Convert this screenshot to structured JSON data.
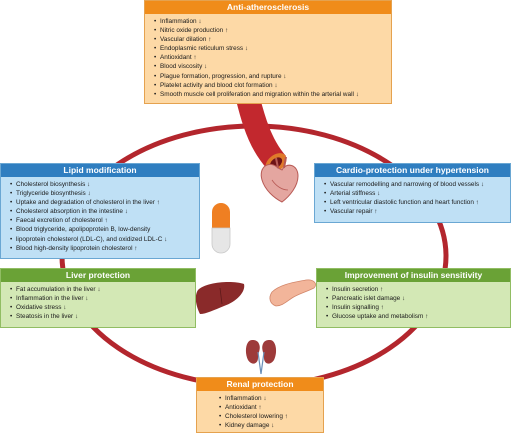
{
  "anti_atherosclerosis": {
    "title": "Anti-atherosclerosis",
    "items": [
      "Inflammation ↓",
      "Nitric oxide production ↑",
      "Vascular dilation ↑",
      "Endoplasmic reticulum stress ↓",
      "Antioxidant ↑",
      "Blood viscosity ↓",
      "Plague formation, progression, and rupture ↓",
      "Platelet activity and blood clot formation ↓",
      "Smooth muscle cell proliferation and migration within the arterial wall ↓"
    ]
  },
  "lipid_modification": {
    "title": "Lipid modification",
    "items": [
      "Cholesterol biosynthesis ↓",
      "Triglyceride biosynthesis ↓",
      "Uptake and degradation of cholesterol in the liver ↑",
      "Cholesterol absorption in the intestine ↓",
      "Faecal excretion of cholesterol ↑",
      "Blood triglyceride, apolipoprotein B, low-density",
      "lipoprotein cholesterol (LDL-C), and oxidized LDL-C ↓",
      "Blood high-density lipoprotein cholesterol ↑"
    ]
  },
  "cardio_protection": {
    "title": "Cardio-protection under hypertension",
    "items": [
      "Vascular remodelling and narrowing of blood vessels ↓",
      "Arterial stiffness ↓",
      "Left ventricular diastolic function and heart function ↑",
      "Vascular repair ↑"
    ]
  },
  "liver_protection": {
    "title": "Liver protection",
    "items": [
      "Fat accumulation in the liver ↓",
      "Inflammation in the liver ↓",
      "Oxidative stress ↓",
      "Steatosis in the liver ↓"
    ]
  },
  "insulin_sensitivity": {
    "title": "Improvement of insulin sensitivity",
    "items": [
      "Insulin secretion ↑",
      "Pancreatic islet damage ↓",
      "Insulin signalling ↑",
      "Glucose uptake and metabolism ↑"
    ]
  },
  "renal_protection": {
    "title": "Renal protection",
    "items": [
      "Inflammation ↓",
      "Antioxidant ↑",
      "Cholesterol lowering ↑",
      "Kidney damage ↓"
    ]
  },
  "colors": {
    "orange_header": "#f08c1a",
    "orange_body": "#fdd9a6",
    "blue_header": "#2f7ec0",
    "blue_body": "#bfe0f5",
    "green_header": "#6aa236",
    "green_body": "#d3e8b5",
    "ring": "#b3262d"
  },
  "icons": [
    "artery-icon",
    "heart-icon",
    "capsule-icon",
    "liver-icon",
    "pancreas-icon",
    "kidney-icon"
  ]
}
